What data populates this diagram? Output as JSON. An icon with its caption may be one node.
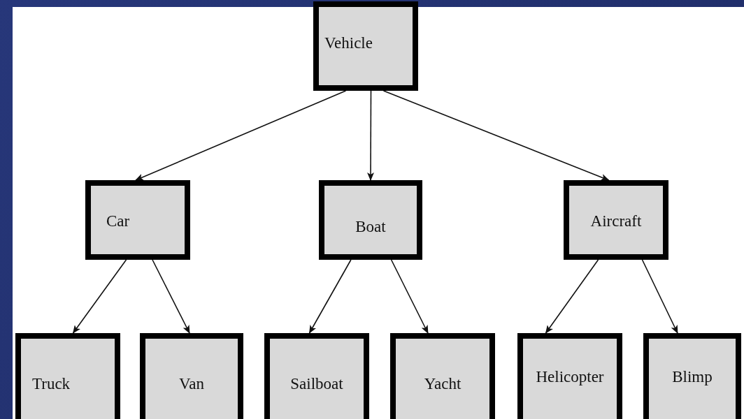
{
  "diagram": {
    "nodes": [
      {
        "text": [
          "Vehicle"
        ]
      },
      {
        "text": [
          "Car"
        ]
      },
      {
        "text": [
          "Boat"
        ]
      },
      {
        "text": [
          "Aircraft"
        ]
      },
      {
        "text": [
          "Truck"
        ]
      },
      {
        "text": [
          "Van"
        ]
      },
      {
        "text": [
          "Sailboat"
        ]
      },
      {
        "text": [
          "Yacht"
        ]
      },
      {
        "text": [
          "Helicopter"
        ]
      },
      {
        "text": [
          "Blimp"
        ]
      }
    ],
    "edges": [
      {
        "from": 0,
        "to": 1,
        "arrow": "to"
      },
      {
        "from": 0,
        "to": 2,
        "arrow": "to"
      },
      {
        "from": 0,
        "to": 3,
        "arrow": "to"
      },
      {
        "from": 1,
        "to": 4,
        "arrow": "to"
      },
      {
        "from": 1,
        "to": 5,
        "arrow": "to"
      },
      {
        "from": 2,
        "to": 6,
        "arrow": "to"
      },
      {
        "from": 2,
        "to": 7,
        "arrow": "to"
      },
      {
        "from": 3,
        "to": 8,
        "arrow": "to"
      },
      {
        "from": 3,
        "to": 9,
        "arrow": "to"
      }
    ]
  }
}
